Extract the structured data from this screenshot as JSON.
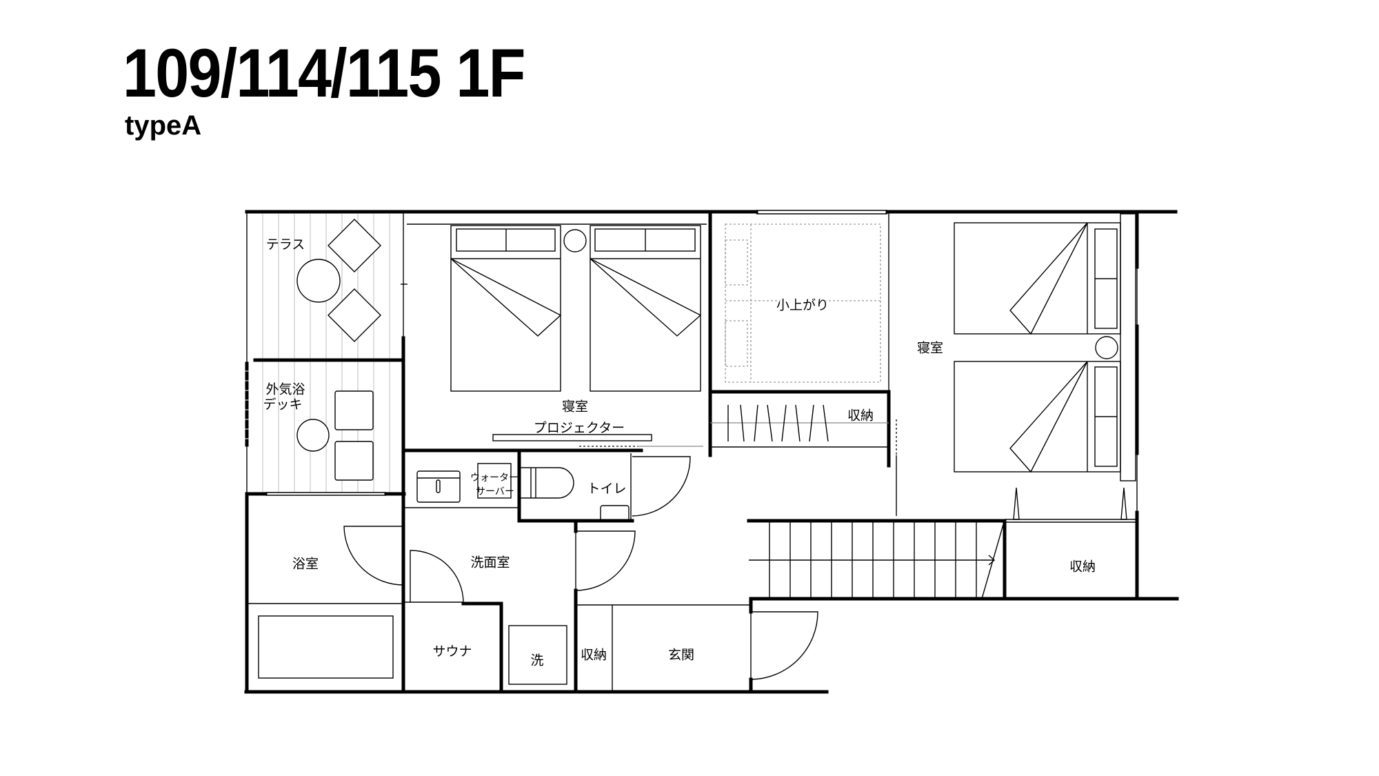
{
  "header": {
    "title": "109/114/115 1F",
    "subtitle": "typeA"
  },
  "rooms": {
    "terrace": "テラス",
    "deck_line1": "外気浴",
    "deck_line2": "デッキ",
    "bedroom_left": "寝室",
    "projector": "プロジェクター",
    "raised_area": "小上がり",
    "closet_upper": "収納",
    "bedroom_right": "寝室",
    "water_server_line1": "ウォーター",
    "water_server_line2": "サーバー",
    "toilet": "トイレ",
    "bathroom": "浴室",
    "washroom": "洗面室",
    "sauna": "サウナ",
    "washer": "洗",
    "closet_entrance": "収納",
    "entrance": "玄関",
    "closet_right": "収納"
  }
}
